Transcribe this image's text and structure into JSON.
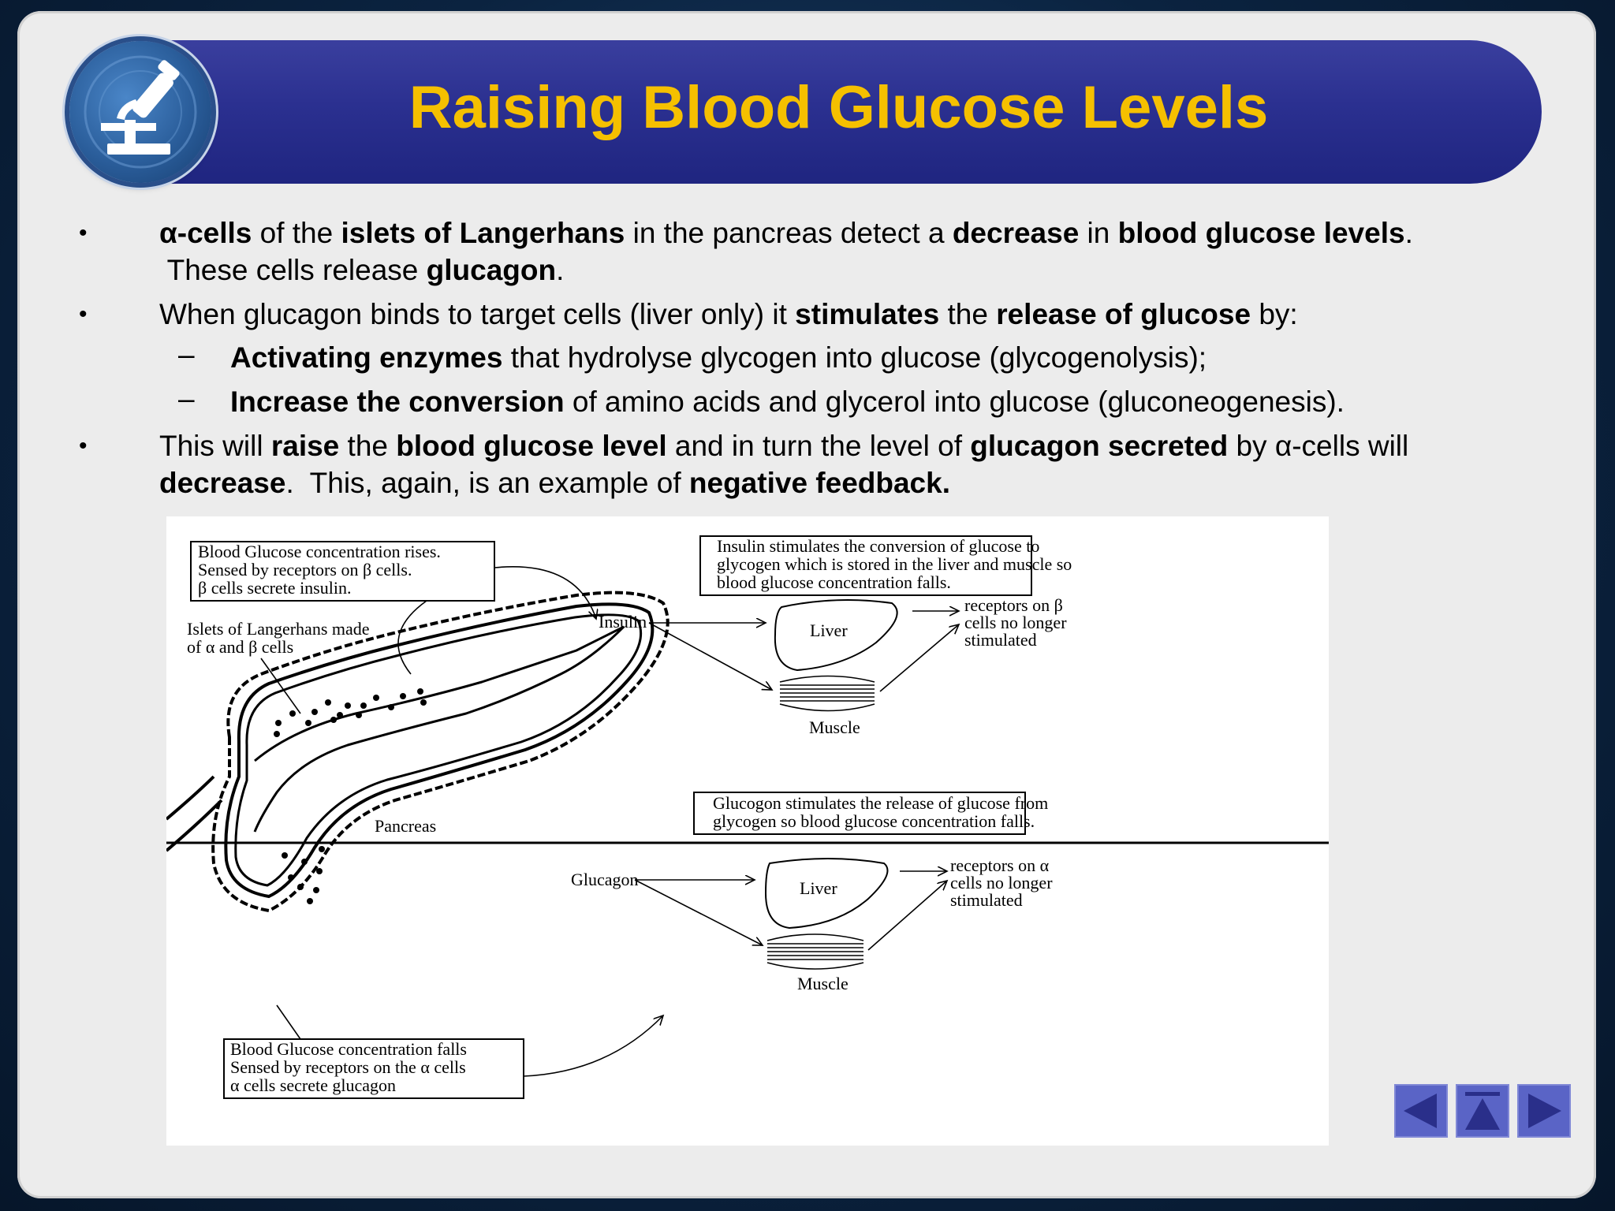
{
  "title": "Raising Blood Glucose Levels",
  "bullets": {
    "b1": {
      "l1": [
        {
          "t": "α-cells",
          "b": true
        },
        {
          "t": " of the ",
          "b": false
        },
        {
          "t": "islets of Langerhans",
          "b": true
        },
        {
          "t": " in the pancreas detect a ",
          "b": false
        },
        {
          "t": "decrease",
          "b": true
        },
        {
          "t": " in ",
          "b": false
        },
        {
          "t": "blood glucose levels",
          "b": true
        },
        {
          "t": ".",
          "b": false
        }
      ],
      "l2": [
        {
          "t": " These cells release ",
          "b": false
        },
        {
          "t": "glucagon",
          "b": true
        },
        {
          "t": ".",
          "b": false
        }
      ]
    },
    "b2": [
      {
        "t": "When glucagon binds to target cells (liver only) it ",
        "b": false
      },
      {
        "t": "stimulates",
        "b": true
      },
      {
        "t": " the ",
        "b": false
      },
      {
        "t": "release of glucose",
        "b": true
      },
      {
        "t": " by:",
        "b": false
      }
    ],
    "s1": [
      {
        "t": "Activating enzymes",
        "b": true
      },
      {
        "t": " that hydrolyse glycogen into glucose (glycogenolysis);",
        "b": false
      }
    ],
    "s2": [
      {
        "t": "Increase the conversion",
        "b": true
      },
      {
        "t": " of amino acids and glycerol into glucose (gluconeogenesis).",
        "b": false
      }
    ],
    "b3": {
      "l1": [
        {
          "t": "This will ",
          "b": false
        },
        {
          "t": "raise",
          "b": true
        },
        {
          "t": " the ",
          "b": false
        },
        {
          "t": "blood glucose level",
          "b": true
        },
        {
          "t": " and in turn the level of ",
          "b": false
        },
        {
          "t": "glucagon secreted",
          "b": true
        },
        {
          "t": " by α-cells will",
          "b": false
        }
      ],
      "l2": [
        {
          "t": "decrease",
          "b": true
        },
        {
          "t": ".  This, again, is an example of ",
          "b": false
        },
        {
          "t": "negative feedback.",
          "b": true
        }
      ]
    }
  },
  "diagram": {
    "box_rise": [
      "Blood Glucose concentration rises.",
      "Sensed by receptors on β cells.",
      "β cells secrete insulin."
    ],
    "islets_label": [
      "Islets of Langerhans made",
      "of α and β cells"
    ],
    "insulin_label": "Insulin",
    "box_insulin": [
      "Insulin stimulates the conversion of glucose to",
      "glycogen which is stored in the liver and muscle so",
      "blood glucose concentration falls."
    ],
    "liver_top": "Liver",
    "muscle_top": "Muscle",
    "receptors_beta": [
      "receptors on β",
      "cells no longer",
      "stimulated"
    ],
    "pancreas_label": "Pancreas",
    "box_glucagon": [
      "Glucogon stimulates the release of glucose from",
      "glycogen so blood glucose concentration falls."
    ],
    "glucagon_label": "Glucagon",
    "liver_bottom": "Liver",
    "muscle_bottom": "Muscle",
    "receptors_alpha": [
      "receptors on α",
      "cells no longer",
      "stimulated"
    ],
    "box_fall": [
      "Blood Glucose concentration falls",
      "Sensed by receptors on the α cells",
      "α cells secrete glucagon"
    ]
  },
  "nav": {
    "prev": "previous-icon",
    "home": "home-icon",
    "next": "next-icon"
  },
  "colors": {
    "title": "#f5c000",
    "banner": "#2b3090",
    "nav": "#5a64c6"
  }
}
